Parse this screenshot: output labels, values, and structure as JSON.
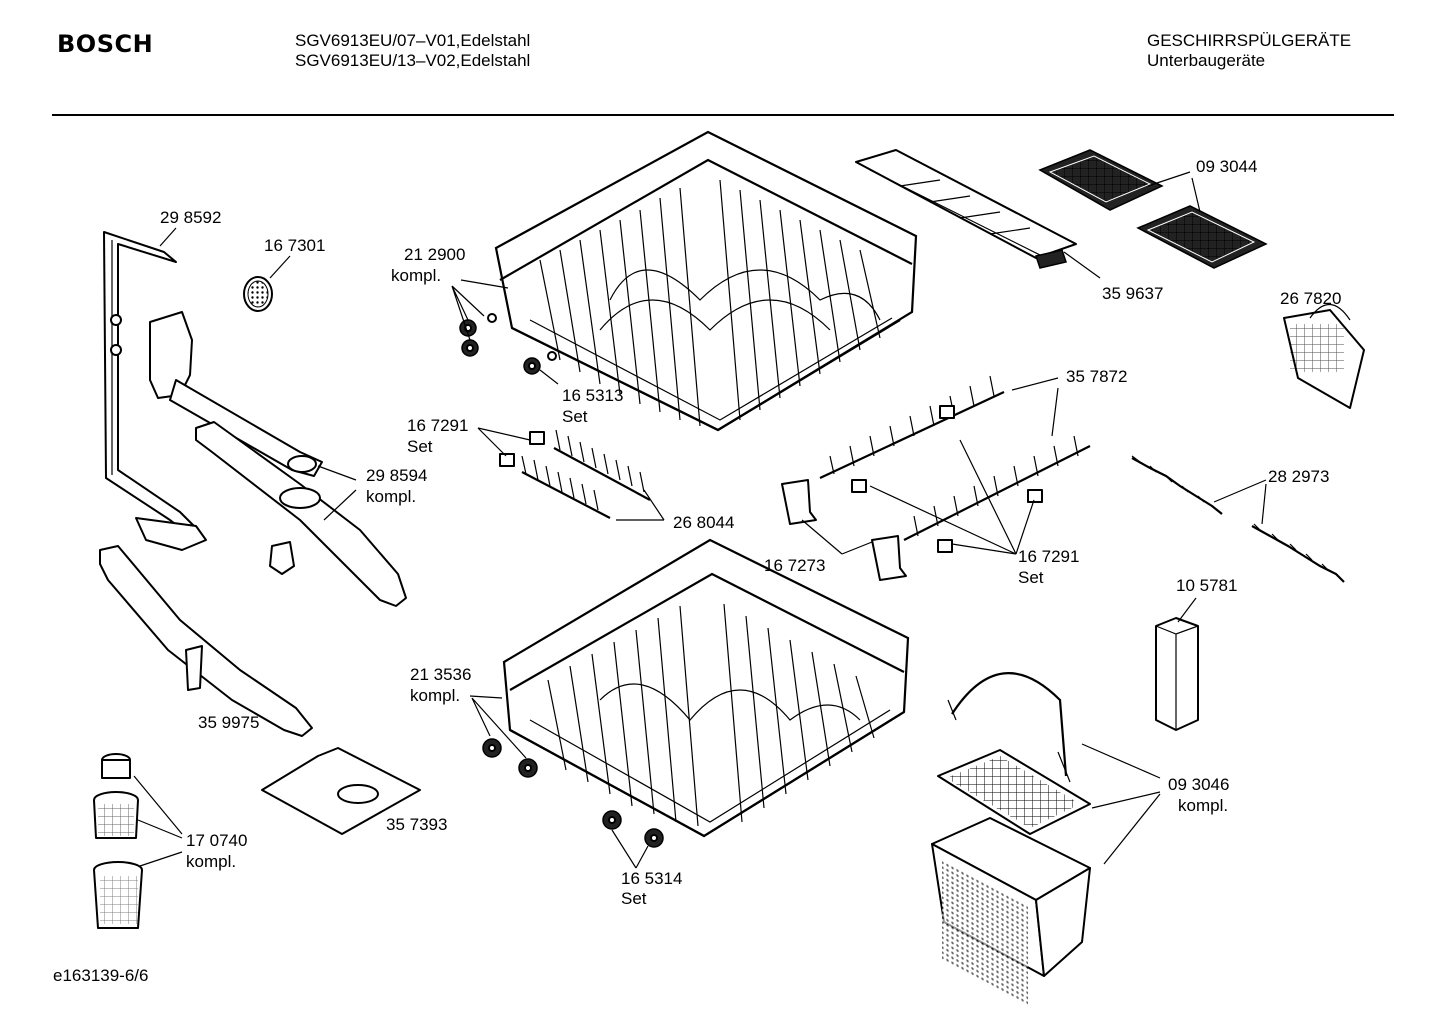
{
  "header": {
    "brand": "BOSCH",
    "model_line_1": "SGV6913EU/07–V01,Edelstahl",
    "model_line_2": "SGV6913EU/13–V02,Edelstahl",
    "category_line_1": "GESCHIRRSPÜLGERÄTE",
    "category_line_2": "Unterbaugeräte"
  },
  "labels": {
    "p298592": "29 8592",
    "p167301": "16 7301",
    "p212900": "21 2900",
    "p212900_sub": "kompl.",
    "p093044": "09 3044",
    "p359637": "35 9637",
    "p267820": "26 7820",
    "p357872": "35 7872",
    "p165313": "16 5313",
    "p165313_sub": "Set",
    "p167291a": "16 7291",
    "p167291a_sub": "Set",
    "p298594": "29 8594",
    "p298594_sub": "kompl.",
    "p268044": "26 8044",
    "p282973": "28 2973",
    "p167273": "16 7273",
    "p167291b": "16 7291",
    "p167291b_sub": "Set",
    "p105781": "10 5781",
    "p213536": "21 3536",
    "p213536_sub": "kompl.",
    "p359975": "35 9975",
    "p357393": "35 7393",
    "p093046": "09 3046",
    "p093046_sub": "kompl.",
    "p170740": "17 0740",
    "p170740_sub": "kompl.",
    "p165314": "16 5314",
    "p165314_sub": "Set"
  },
  "footer": {
    "doc_id": "e163139-6/6"
  }
}
